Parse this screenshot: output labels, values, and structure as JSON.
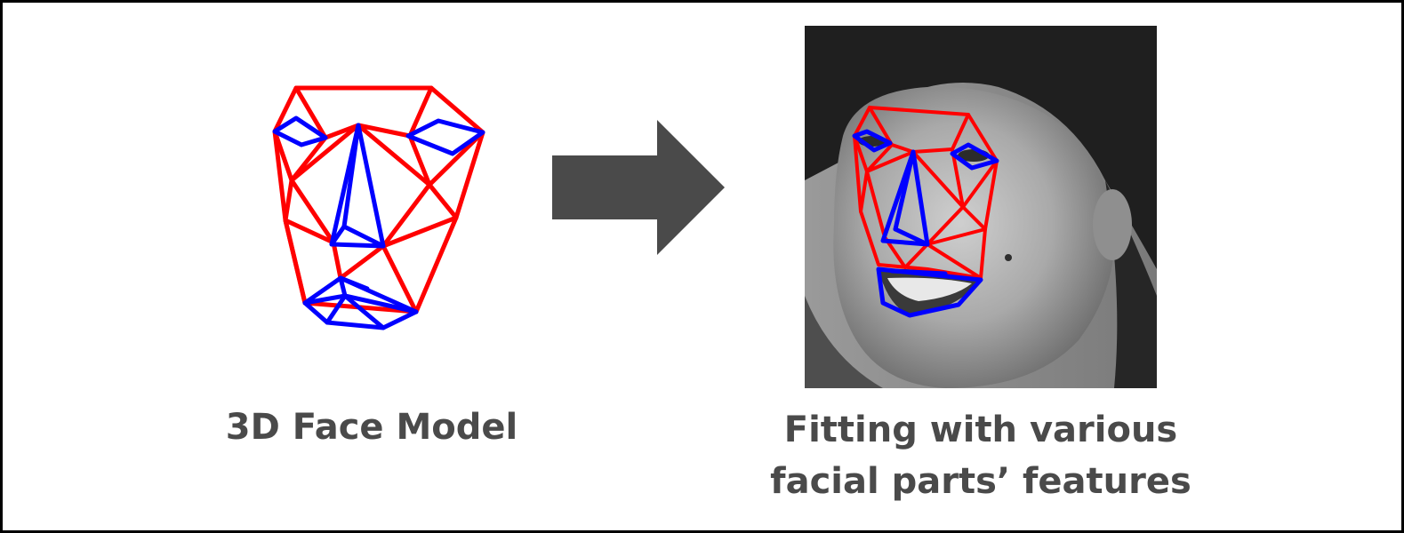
{
  "left_panel": {
    "caption": "3D Face Model",
    "mesh_colors": {
      "outline": "#ff0000",
      "features": "#0000ff"
    }
  },
  "arrow": {
    "icon": "right-arrow-icon",
    "color": "#4a4a4a"
  },
  "right_panel": {
    "caption_line1": "Fitting with various",
    "caption_line2": "facial parts’ features",
    "image_style": "grayscale photo"
  }
}
